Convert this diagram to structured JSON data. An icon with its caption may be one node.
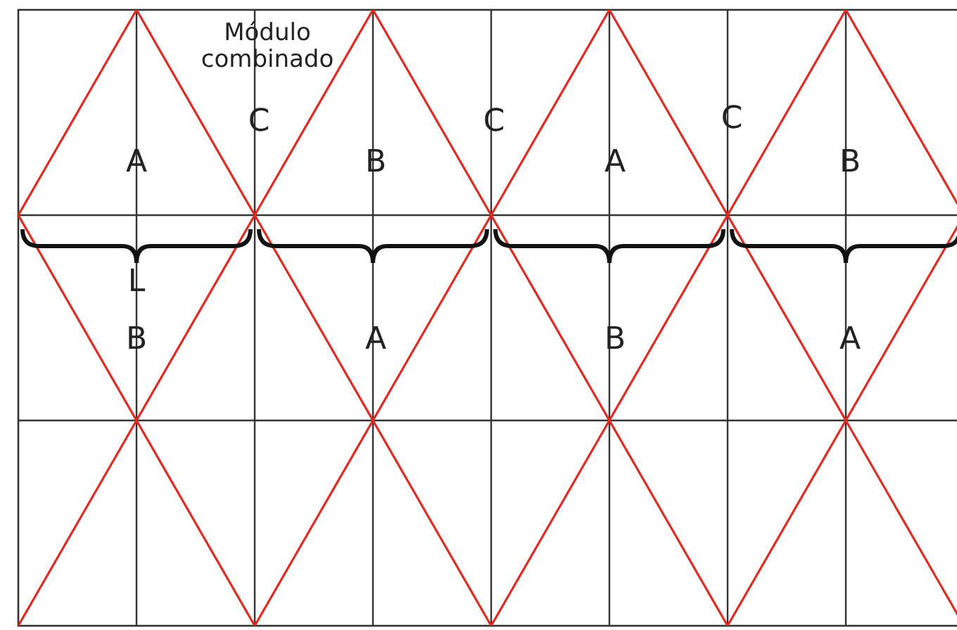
{
  "diagram": {
    "labels": [
      "Módulo combinado",
      "C",
      "C",
      "C",
      "A",
      "B",
      "A",
      "B",
      "L",
      "B",
      "A",
      "B",
      "A"
    ]
  }
}
